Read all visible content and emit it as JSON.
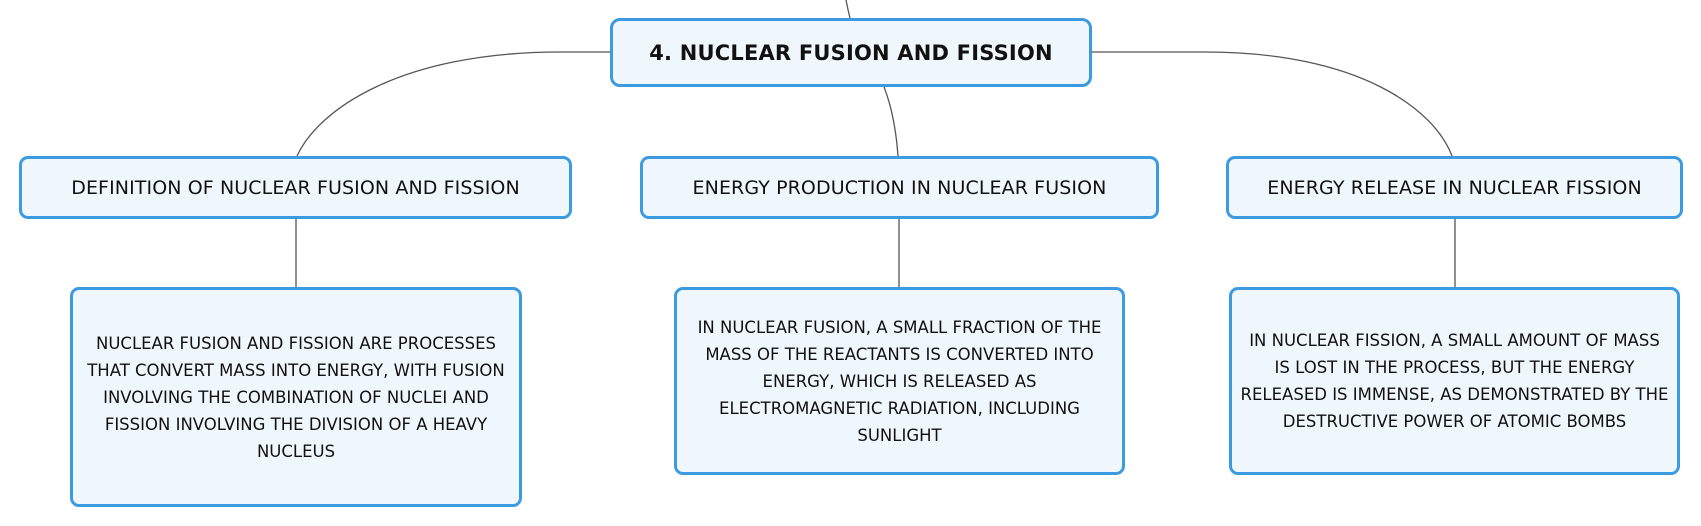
{
  "map": {
    "root": {
      "title": "4. NUCLEAR FUSION AND FISSION"
    },
    "topics": [
      {
        "title": "DEFINITION OF NUCLEAR FUSION AND FISSION",
        "detail": "NUCLEAR FUSION AND FISSION ARE PROCESSES THAT CONVERT MASS INTO ENERGY, WITH FUSION INVOLVING THE COMBINATION OF NUCLEI AND FISSION INVOLVING THE DIVISION OF A HEAVY NUCLEUS"
      },
      {
        "title": "ENERGY PRODUCTION IN NUCLEAR FUSION",
        "detail": "IN NUCLEAR FUSION, A SMALL FRACTION OF THE MASS OF THE REACTANTS IS CONVERTED INTO ENERGY, WHICH IS RELEASED AS ELECTROMAGNETIC RADIATION, INCLUDING SUNLIGHT"
      },
      {
        "title": "ENERGY RELEASE IN NUCLEAR FISSION",
        "detail": "IN NUCLEAR FISSION, A SMALL AMOUNT OF MASS IS LOST IN THE PROCESS, BUT THE ENERGY RELEASED IS IMMENSE, AS DEMONSTRATED BY THE DESTRUCTIVE POWER OF ATOMIC BOMBS"
      }
    ]
  },
  "style": {
    "node_fill": "#eff7fc",
    "node_border": "#3c9ae0",
    "connector_color": "#555555"
  }
}
